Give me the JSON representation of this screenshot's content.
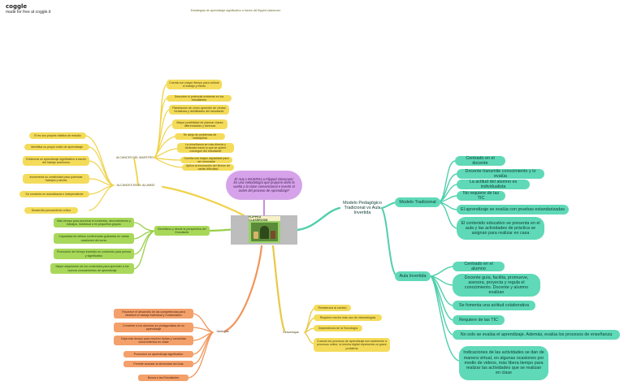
{
  "header": {
    "brand": "coggle",
    "tagline": "made for free at coggle.it",
    "map_title": "Estrategias de aprendizaje significativo a traves del flipped classroom"
  },
  "center": {
    "image_caption": "FLIPPED CLASSROOM",
    "definition": "El AULA INVERSA o Flipped classroom: Es una metodología que propone darle la vuelta a la clase convencional e invertir el orden del proceso de Aprendizaje*"
  },
  "yellow_branch": {
    "label": "ALCANCES EN EL ALUMNO",
    "docente": {
      "label": "ALCANCES DEL MAESTRO",
      "items": [
        "Cuenta con mayor tiempo para cultivar el trabajo y miedo",
        "Descubre el potencial existente en los estudiantes",
        "Planteación de cómo aprender de ciertas fortalezas y debilidades del estudiante",
        "Mayor posibilidad de planear clases diferenciadas y diversas",
        "Se aleja de problemas de indisciplina",
        "La enseñanza se más directa y dedicada hacia lo que se quiere conseguir del estudiante",
        "Cuenta con mayor capacidad para ser innovador",
        "Aplica la innovación del flexion de varias dificultad"
      ]
    },
    "alumno_items": [
      "El es sus propios hábitos de estudio",
      "Identifica su propio estilo de aprendizaje",
      "Evidencia un aprendizaje significativo a través del trabajo autónomo",
      "Incrementa su creatividad para potenciar trabajos y tareas",
      "Se convierte en autodidacta e independiente",
      "Desarrolla pensamiento crítico"
    ]
  },
  "green_branch": {
    "label": "Beneficios y desde la perspectiva del Estudiante",
    "items": [
      "Más tiempo para procesar el contenido, desvolvimiento y trabajos, individual o en pequeños grupos",
      "Capacidad de utilizar conferencias grabadas en varias ocasiones del curso",
      "Promoción del tiempo invertido en contenido para pensar y significativo",
      "Mayor adquisición de los contenidos para aprender a los nuevos conocimientos de aprendizaje"
    ]
  },
  "teal_branch": {
    "label": "Modelo Pedagógico Tradicional vs Aula Invertida",
    "tradicional": {
      "label": "Modelo Tradicional",
      "items": [
        "Centrado en el docente",
        "Docente transmite conocimiento y lo evalúa",
        "La actitud del alumno es individualista",
        "No requiere de las TIC",
        "El aprendizaje se evalúa con pruebas estandarizadas",
        "El contenido educativo se presenta en el aula y las actividades de práctica se asignan para realizar en casa"
      ]
    },
    "invertida": {
      "label": "Aula Invertida",
      "items": [
        "Centrado en el alumno",
        "Docente guía, facilita, promueve, asesora, proyecta y regula el conocimiento. Docente y alumno evalúan",
        "Se fomenta una actitud colaborativa",
        "Requiere de las TIC",
        "No solo se evalúa el aprendizaje. Además, evalúa los procesos de enseñanza",
        "Indicaciones de las actividades se dan de manera virtual, en algunas ocasiones por medio de videos, más libera tiempo para realizar las actividades que se realizan en clase"
      ]
    }
  },
  "orange_branch": {
    "label": "Ventajas",
    "items": [
      "Favorece el desarrollo de las competencias para distribuir el trabajo individual y Colaborativo",
      "Convierte a los alumnos en protagonistas de su aprendizaje",
      "Deja más tiempo para resolver dudas y consolidar conocimientos en clase",
      "Promueve un aprendizaje significativo",
      "Permite avanzar la diversidad del Aula",
      "Busca a las Estudiantes"
    ]
  },
  "gold_branch": {
    "label": "Desventajas",
    "items": [
      "Resistencia al cambio",
      "Requiere mucho más uso de metodologías",
      "Dependencia de la Tecnología",
      "Cuando los procesos de aprendizaje son totalmente a procesos online, la brecha digital representa un grave problema"
    ]
  },
  "colors": {
    "yellow": "#f4dc5a",
    "green": "#a8d85a",
    "teal": "#5fd9b8",
    "orange": "#f4a06a",
    "purple": "#d6a3ea"
  }
}
